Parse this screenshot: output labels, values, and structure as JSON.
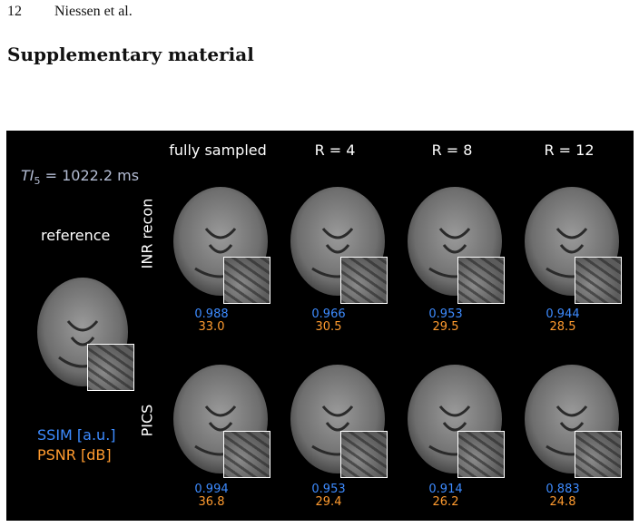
{
  "header": {
    "page_number": "12",
    "authors": "Niessen et al."
  },
  "section_title": "Supplementary material",
  "figure": {
    "ti_symbol": "TI",
    "ti_subscript": "5",
    "ti_value": " = 1022.2 ms",
    "reference_label": "reference",
    "column_labels": [
      "fully sampled",
      "R = 4",
      "R = 8",
      "R = 12"
    ],
    "row_labels": [
      "INR recon",
      "PICS"
    ],
    "legend": {
      "ssim": "SSIM [a.u.]",
      "psnr": "PSNR [dB]"
    },
    "colors": {
      "ssim": "#3d8bff",
      "psnr": "#ff9b2f",
      "background": "#000000"
    },
    "rows": [
      {
        "ssim": [
          "0.988",
          "0.966",
          "0.953",
          "0.944"
        ],
        "psnr": [
          "33.0",
          "30.5",
          "29.5",
          "28.5"
        ]
      },
      {
        "ssim": [
          "0.994",
          "0.953",
          "0.914",
          "0.883"
        ],
        "psnr": [
          "36.8",
          "29.4",
          "26.2",
          "24.8"
        ]
      }
    ]
  }
}
